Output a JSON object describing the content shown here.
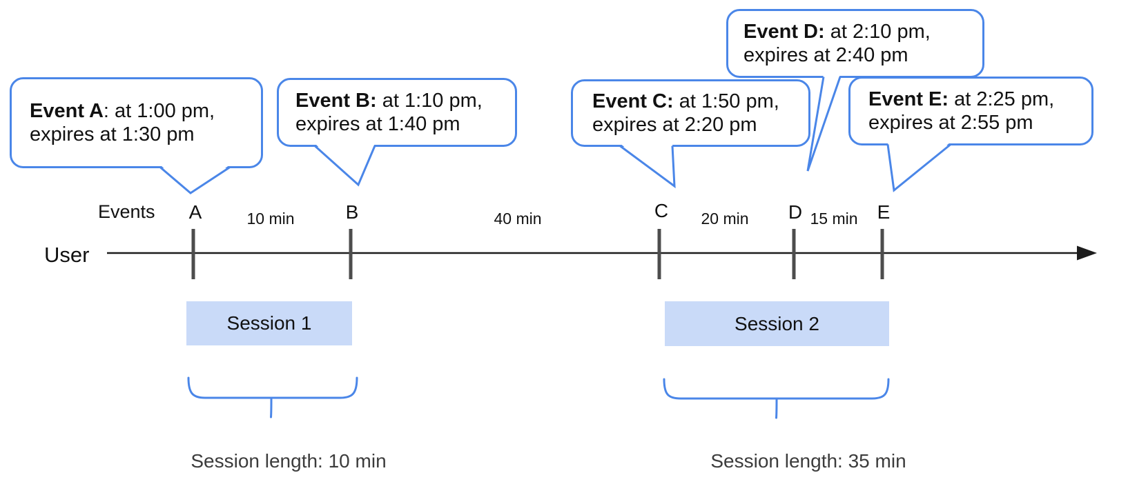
{
  "colors": {
    "accent": "#4a86e8",
    "session-fill": "#c9daf8",
    "tick": "#4d4d4d",
    "axis": "#1c1c1c",
    "muted-text": "#3c3c3c",
    "text": "#111111"
  },
  "axis": {
    "events_label": "Events",
    "user_label": "User"
  },
  "timeline": {
    "markers": [
      "A",
      "B",
      "C",
      "D",
      "E"
    ],
    "intervals": [
      "10 min",
      "40 min",
      "20 min",
      "15 min"
    ]
  },
  "bubbles": [
    {
      "event": "Event A",
      "rest": ": at 1:00 pm,",
      "line2": "expires at 1:30 pm"
    },
    {
      "event": "Event B:",
      "rest": " at 1:10 pm,",
      "line2": "expires at 1:40 pm"
    },
    {
      "event": "Event C:",
      "rest": " at 1:50 pm,",
      "line2": "expires at 2:20 pm"
    },
    {
      "event": "Event D:",
      "rest": " at 2:10 pm,",
      "line2": "expires at 2:40 pm"
    },
    {
      "event": "Event E:",
      "rest": " at 2:25 pm,",
      "line2": "expires at 2:55 pm"
    }
  ],
  "sessions": [
    {
      "label": "Session 1",
      "length": "Session length: 10 min"
    },
    {
      "label": "Session 2",
      "length": "Session length: 35 min"
    }
  ]
}
